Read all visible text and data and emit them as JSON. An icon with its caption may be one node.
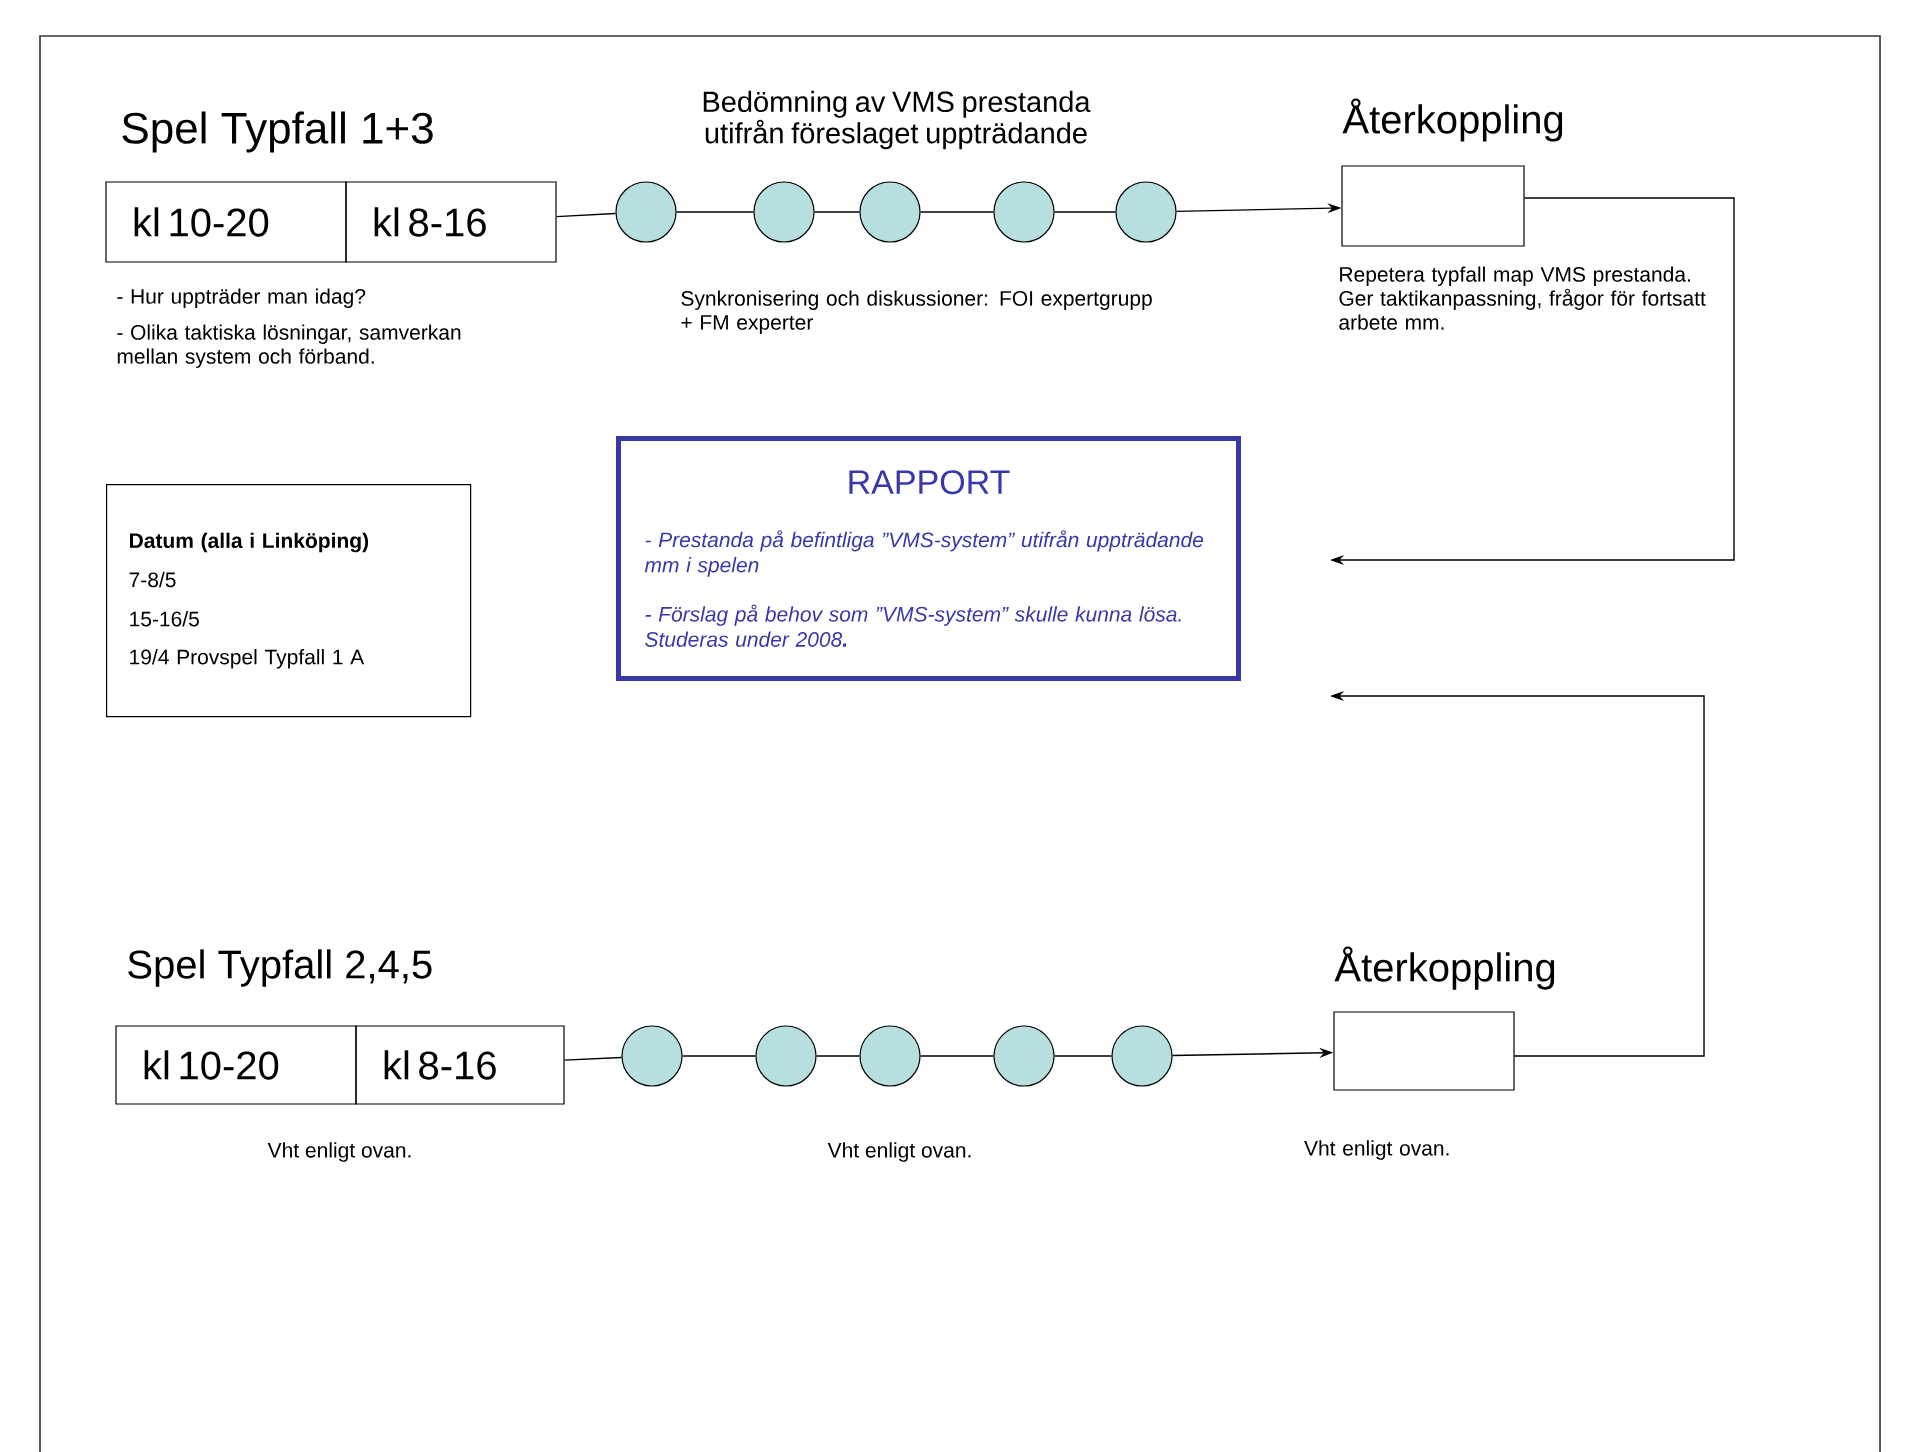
{
  "diagram": {
    "nodes": [
      {
        "text": [
          "kl 10-20"
        ]
      },
      {
        "text": [
          "kl 8-16"
        ]
      },
      {
        "text": [],
        "shape": "circle"
      },
      {
        "text": [],
        "shape": "circle"
      },
      {
        "text": [],
        "shape": "circle"
      },
      {
        "text": [],
        "shape": "circle"
      },
      {
        "text": [],
        "shape": "circle"
      },
      {
        "text": [
          "Återkoppling"
        ],
        "beside": [
          "Repetera typfall map VMS prestanda. Ger taktikanpassning, frågor för fortsatt arbete mm."
        ]
      },
      {
        "text": [
          "RAPPORT",
          "- Prestanda på befintliga ”VMS-system” utifrån uppträdande mm i spelen",
          "- Förslag på behov som ”VMS-system” skulle kunna lösa. Studeras under 2008**.**"
        ]
      },
      {
        "text": [
          "**Datum (alla i Linköping)**",
          "7-8/5",
          "15-16/5",
          "19/4 Provspel Typfall 1 A"
        ]
      },
      {
        "text": [
          "kl 10-20"
        ]
      },
      {
        "text": [
          "kl 8-16"
        ]
      },
      {
        "text": [],
        "shape": "circle"
      },
      {
        "text": [],
        "shape": "circle"
      },
      {
        "text": [],
        "shape": "circle"
      },
      {
        "text": [],
        "shape": "circle"
      },
      {
        "text": [],
        "shape": "circle"
      },
      {
        "text": [
          "Återkoppling"
        ],
        "beside": [
          "Vht enligt ovan."
        ]
      }
    ],
    "edges": [
      {
        "from": 1,
        "to": 2,
        "arrow": "none"
      },
      {
        "from": 2,
        "to": 3,
        "arrow": "none"
      },
      {
        "from": 3,
        "to": 4,
        "arrow": "none"
      },
      {
        "from": 4,
        "to": 5,
        "arrow": "none"
      },
      {
        "from": 5,
        "to": 6,
        "arrow": "none"
      },
      {
        "from": 6,
        "to": 7,
        "arrow": "to"
      },
      {
        "from": 7,
        "to": null,
        "arrow": "to"
      },
      {
        "from": 11,
        "to": 12,
        "arrow": "none"
      },
      {
        "from": 12,
        "to": 13,
        "arrow": "none"
      },
      {
        "from": 13,
        "to": 14,
        "arrow": "none"
      },
      {
        "from": 14,
        "to": 15,
        "arrow": "none"
      },
      {
        "from": 15,
        "to": 16,
        "arrow": "none"
      },
      {
        "from": 16,
        "to": 17,
        "arrow": "to"
      },
      {
        "from": 17,
        "to": null,
        "arrow": "to"
      }
    ],
    "labels": [
      "Spel Typfall 1+3",
      "Bedömning av VMS prestanda utifrån föreslaget uppträdande",
      "- Hur uppträder man idag?",
      "- Olika taktiska lösningar, samverkan mellan system och förband.",
      "Synkronisering och diskussioner: FOI expertgrupp + FM experter",
      "Spel Typfall 2,4,5",
      "Vht enligt ovan.",
      "Vht enligt ovan."
    ]
  }
}
